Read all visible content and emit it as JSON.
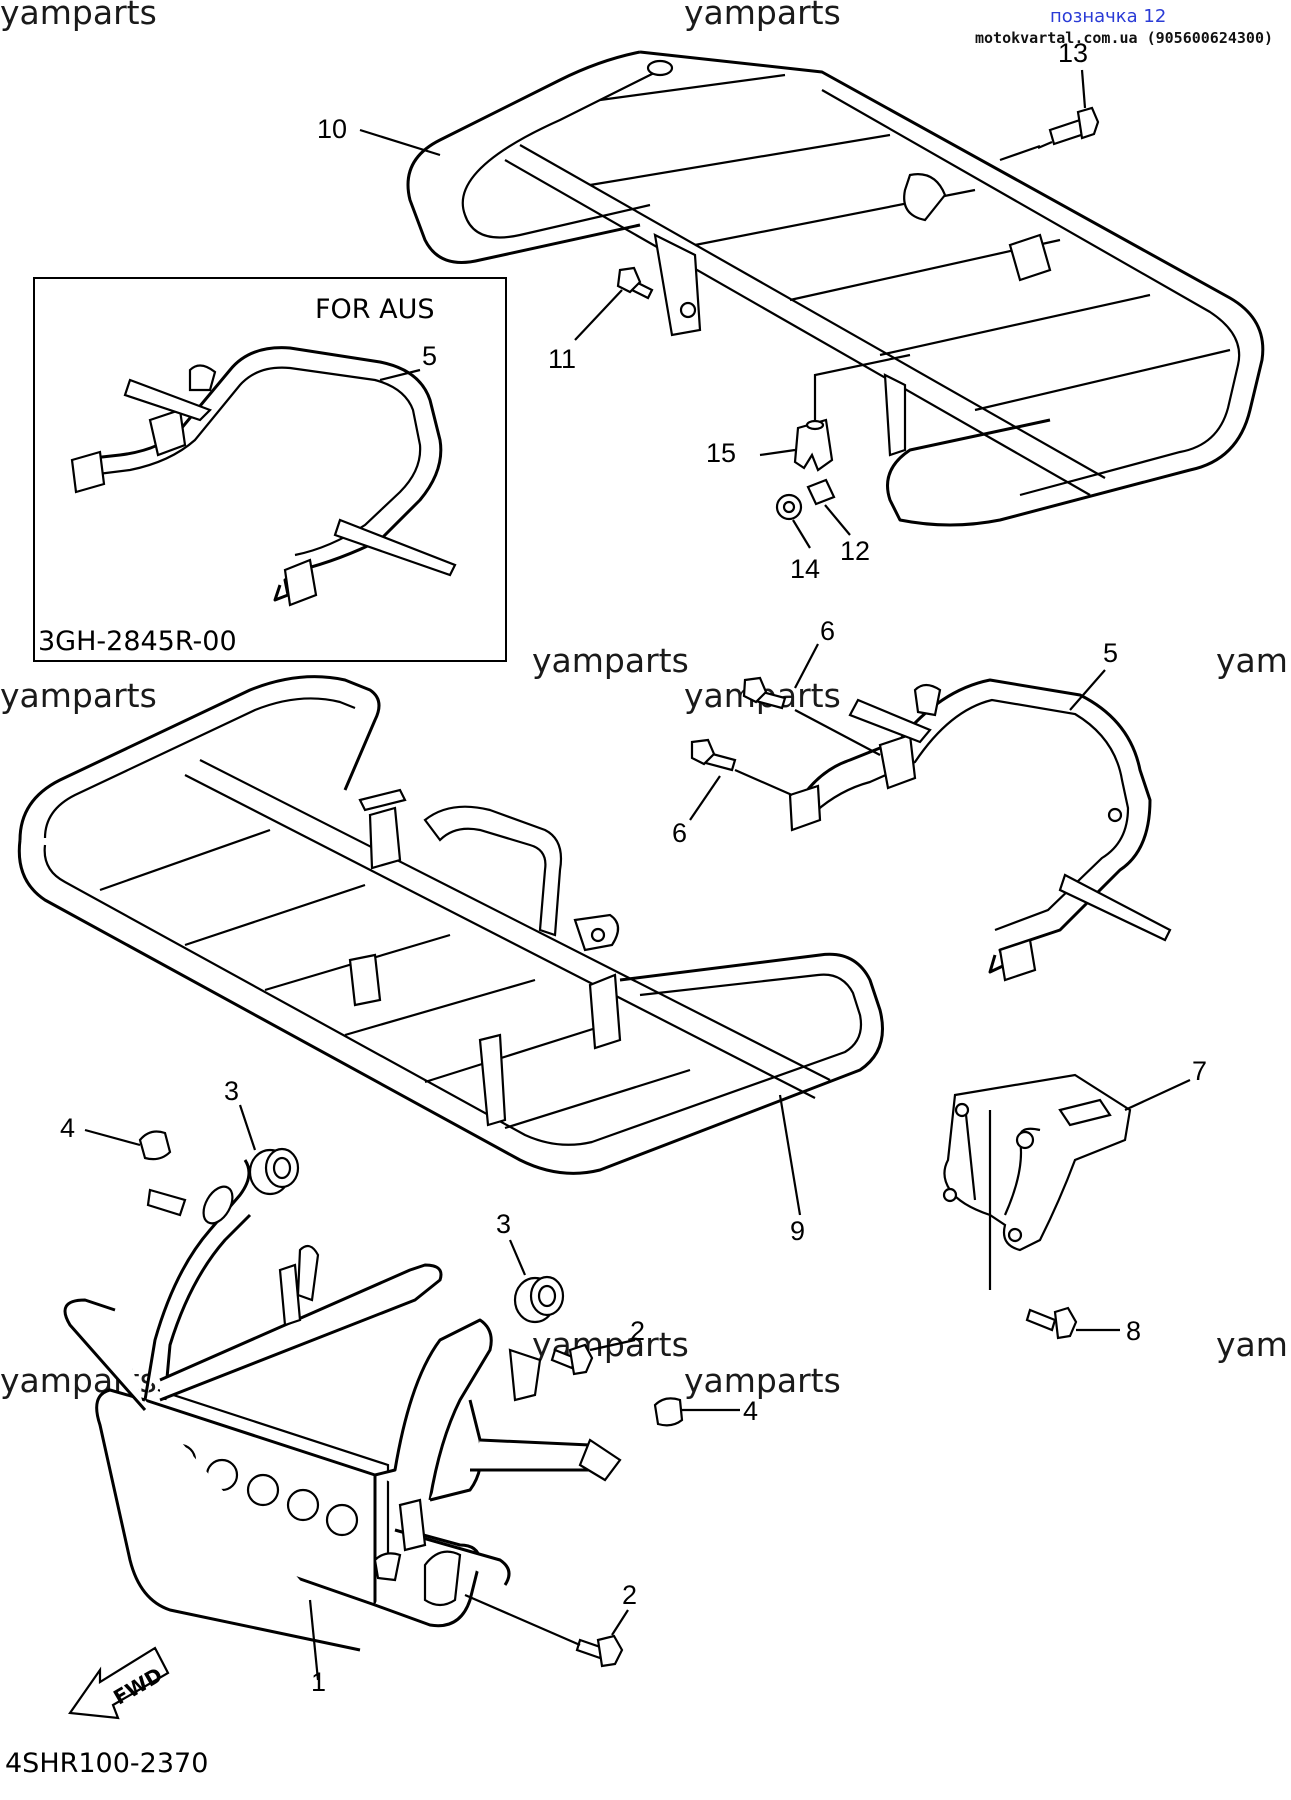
{
  "header": {
    "badge": "позначка 12",
    "site": "motokvartal.com.ua (905600624300)"
  },
  "watermark": "yamparts",
  "watermark_short": "yam",
  "inset": {
    "title": "FOR AUS",
    "part_code": "3GH-2845R-00",
    "callout": "5"
  },
  "diagram_code": "4SHR100-2370",
  "fwd_label": "FWD",
  "callouts": {
    "c1": "1",
    "c2a": "2",
    "c2b": "2",
    "c3a": "3",
    "c3b": "3",
    "c4a": "4",
    "c4b": "4",
    "c5": "5",
    "c6a": "6",
    "c6b": "6",
    "c7": "7",
    "c8": "8",
    "c9": "9",
    "c10": "10",
    "c11": "11",
    "c12": "12",
    "c13": "13",
    "c14": "14",
    "c15": "15"
  }
}
